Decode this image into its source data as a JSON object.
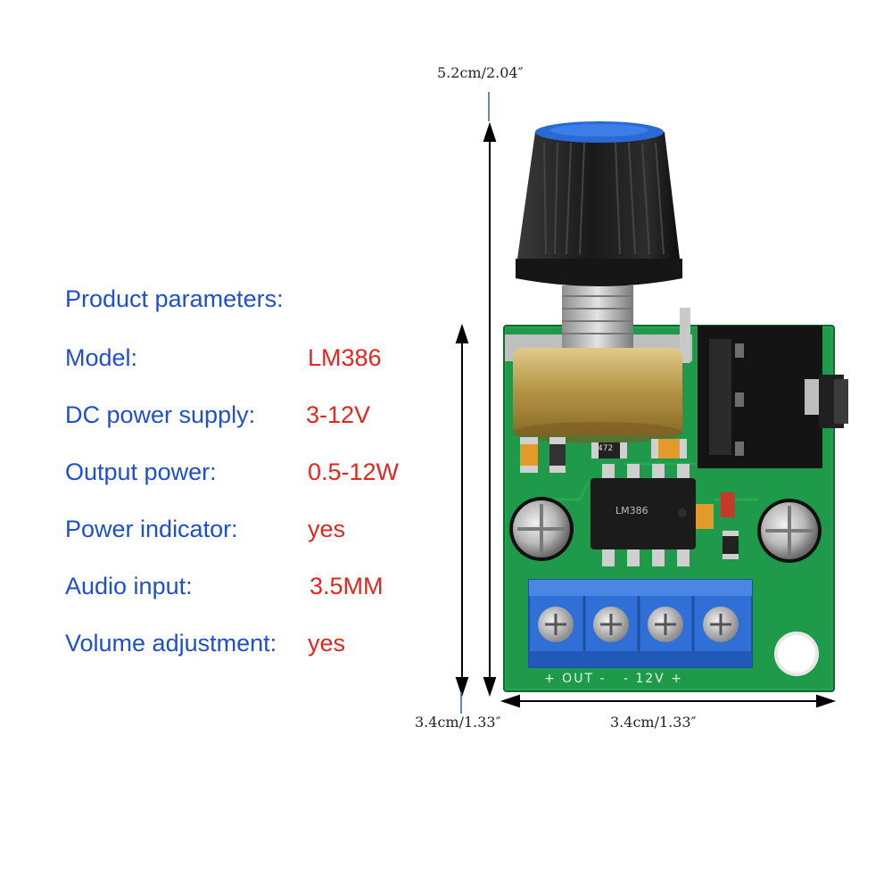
{
  "specs": {
    "heading": "Product parameters:",
    "rows": [
      {
        "label": "Model:",
        "value": "LM386"
      },
      {
        "label": "DC power supply:",
        "value": "3-12V"
      },
      {
        "label": "Output power:",
        "value": "0.5-12W"
      },
      {
        "label": "Power indicator:",
        "value": "yes"
      },
      {
        "label": "Audio input:",
        "value": "3.5MM"
      },
      {
        "label": "Volume adjustment:",
        "value": "yes"
      }
    ]
  },
  "dimensions": {
    "height_total": "5.2cm/2.04″",
    "height_board": "3.4cm/1.33″",
    "width_board": "3.4cm/1.33″"
  },
  "board": {
    "chip_marking": "LM386",
    "terminal_label": "+ OUT -   - 12V +",
    "resistor_marking": "472"
  },
  "colors": {
    "label": "#1f4fd1",
    "value": "#e3261f",
    "pcb": "#1f9a4a",
    "terminal": "#2f6fd6",
    "knob": "#1e1e1e",
    "knob_top": "#2a6ad4"
  }
}
